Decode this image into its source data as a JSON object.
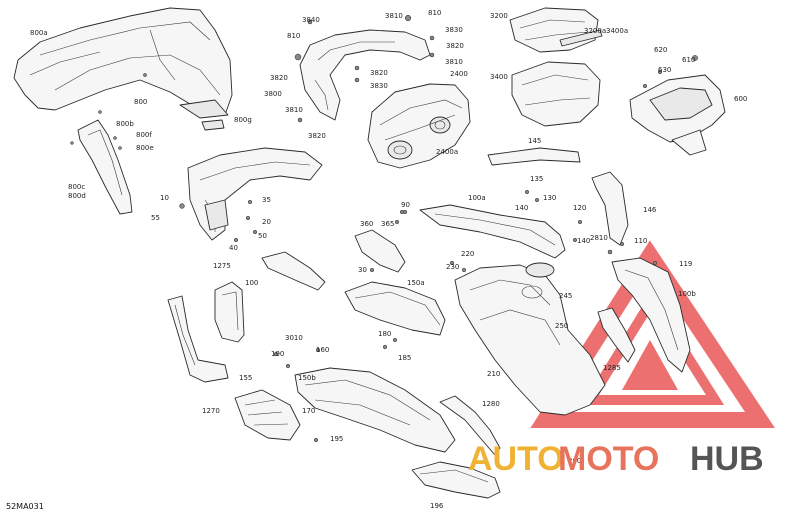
{
  "diagram_code": "52MA031",
  "callouts": [
    {
      "id": "c800a",
      "text": "800a"
    },
    {
      "id": "c800",
      "text": "800"
    },
    {
      "id": "c800b",
      "text": "800b"
    },
    {
      "id": "c800f",
      "text": "800f"
    },
    {
      "id": "c800e",
      "text": "800e"
    },
    {
      "id": "c800g",
      "text": "800g"
    },
    {
      "id": "c800c",
      "text": "800c"
    },
    {
      "id": "c800d",
      "text": "800d"
    },
    {
      "id": "c3840",
      "text": "3840"
    },
    {
      "id": "c3810a",
      "text": "3810"
    },
    {
      "id": "c810",
      "text": "810"
    },
    {
      "id": "c3830",
      "text": "3830"
    },
    {
      "id": "c3820a",
      "text": "3820"
    },
    {
      "id": "c810b",
      "text": "810"
    },
    {
      "id": "c3810b",
      "text": "3810"
    },
    {
      "id": "c3820b",
      "text": "3820"
    },
    {
      "id": "c3800",
      "text": "3800"
    },
    {
      "id": "c3830b",
      "text": "3830"
    },
    {
      "id": "c3820c",
      "text": "3820"
    },
    {
      "id": "c3810c",
      "text": "3810"
    },
    {
      "id": "c3820d",
      "text": "3820"
    },
    {
      "id": "c2400",
      "text": "2400"
    },
    {
      "id": "c2400a",
      "text": "2400a"
    },
    {
      "id": "c3200",
      "text": "3200"
    },
    {
      "id": "c3200a",
      "text": "3200a"
    },
    {
      "id": "c3400a",
      "text": "3400a"
    },
    {
      "id": "c3400",
      "text": "3400"
    },
    {
      "id": "c620",
      "text": "620"
    },
    {
      "id": "c630",
      "text": "630"
    },
    {
      "id": "c610",
      "text": "610"
    },
    {
      "id": "c600",
      "text": "600"
    },
    {
      "id": "c145",
      "text": "145"
    },
    {
      "id": "c135",
      "text": "135"
    },
    {
      "id": "c140",
      "text": "140"
    },
    {
      "id": "c130",
      "text": "130"
    },
    {
      "id": "c146",
      "text": "146"
    },
    {
      "id": "c10",
      "text": "10"
    },
    {
      "id": "c55",
      "text": "55"
    },
    {
      "id": "c35",
      "text": "35"
    },
    {
      "id": "c20",
      "text": "20"
    },
    {
      "id": "c50",
      "text": "50"
    },
    {
      "id": "c40",
      "text": "40"
    },
    {
      "id": "c90",
      "text": "90"
    },
    {
      "id": "c100a",
      "text": "100a"
    },
    {
      "id": "c120",
      "text": "120"
    },
    {
      "id": "c140b",
      "text": "140"
    },
    {
      "id": "c2810",
      "text": "2810"
    },
    {
      "id": "c110",
      "text": "110"
    },
    {
      "id": "c119",
      "text": "119"
    },
    {
      "id": "c100b",
      "text": "100b"
    },
    {
      "id": "c360",
      "text": "360"
    },
    {
      "id": "c365",
      "text": "365"
    },
    {
      "id": "c30",
      "text": "30"
    },
    {
      "id": "c1275",
      "text": "1275"
    },
    {
      "id": "c100",
      "text": "100"
    },
    {
      "id": "c220",
      "text": "220"
    },
    {
      "id": "c230",
      "text": "230"
    },
    {
      "id": "c245",
      "text": "245"
    },
    {
      "id": "c150a",
      "text": "150a"
    },
    {
      "id": "c250",
      "text": "250"
    },
    {
      "id": "c180",
      "text": "180"
    },
    {
      "id": "c185",
      "text": "185"
    },
    {
      "id": "c3010",
      "text": "3010"
    },
    {
      "id": "c160",
      "text": "160"
    },
    {
      "id": "c190",
      "text": "190"
    },
    {
      "id": "c155",
      "text": "155"
    },
    {
      "id": "c150b",
      "text": "150b"
    },
    {
      "id": "c210",
      "text": "210"
    },
    {
      "id": "c1280",
      "text": "1280"
    },
    {
      "id": "c170",
      "text": "170"
    },
    {
      "id": "c195",
      "text": "195"
    },
    {
      "id": "c1270",
      "text": "1270"
    },
    {
      "id": "c1285",
      "text": "1285"
    },
    {
      "id": "c200",
      "text": "200"
    },
    {
      "id": "c196",
      "text": "196"
    }
  ],
  "watermark": {
    "part1": "AUTO",
    "part2": "MOTO",
    "part3": "HUB",
    "color1": "#f0b232",
    "color2": "#e8735c",
    "color3": "#555555",
    "triangle_color": "#e84848"
  }
}
